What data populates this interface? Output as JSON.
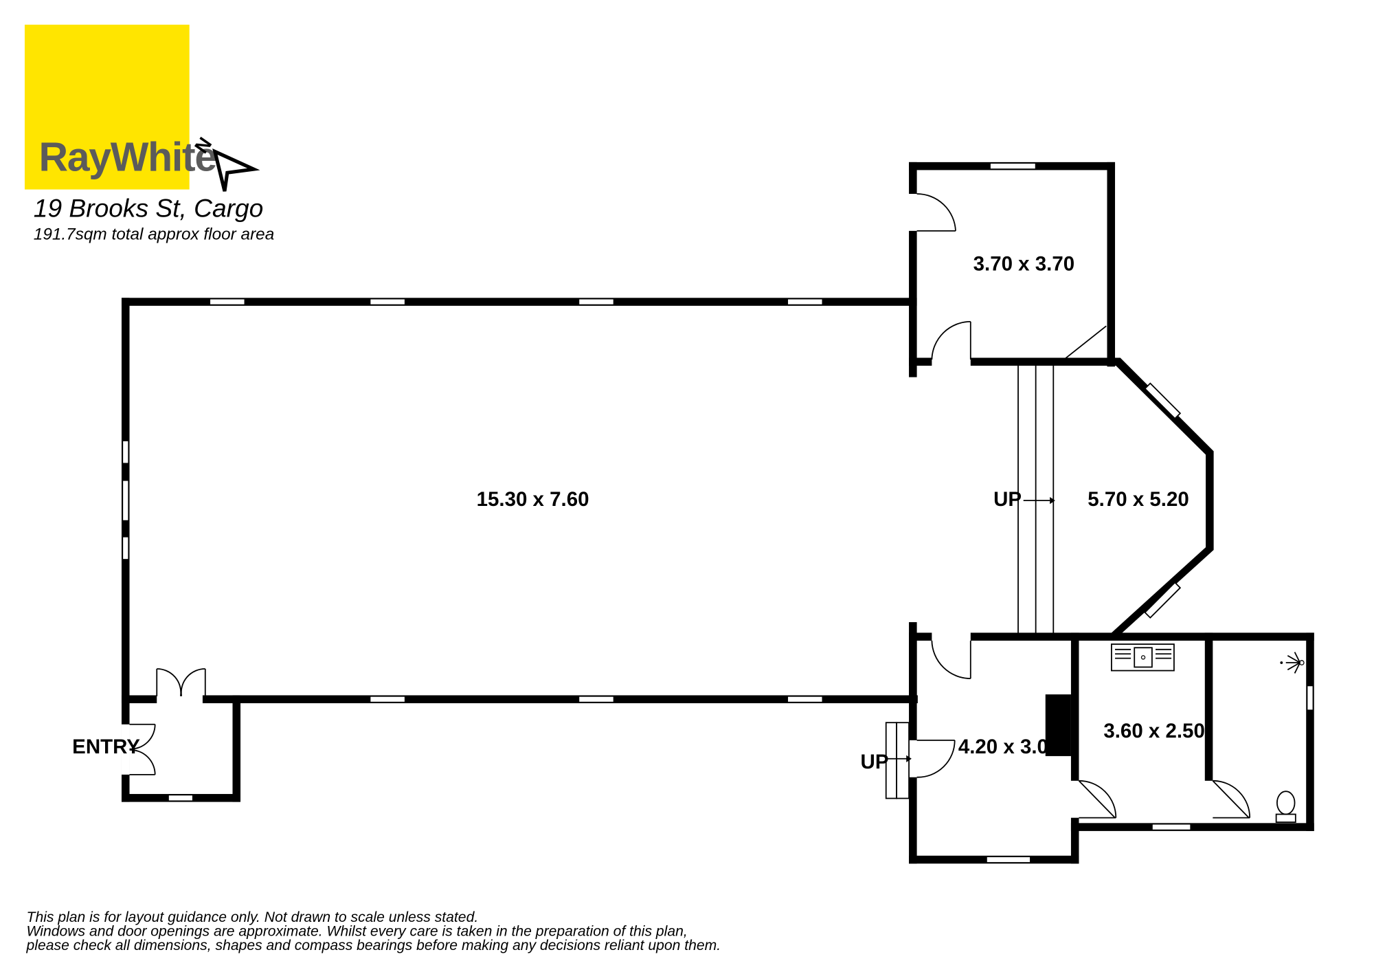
{
  "brand": {
    "name": "RayWhite",
    "logo_color": "#ffe500",
    "text_color": "#5b5b5b"
  },
  "property": {
    "address": "19 Brooks St, Cargo",
    "floor_area": "191.7sqm total approx floor area"
  },
  "compass": {
    "label": "N"
  },
  "rooms": {
    "main_hall": "15.30 x 7.60",
    "top_room": "3.70 x 3.70",
    "bay_room": "5.70 x 5.20",
    "side_room": "4.20 x 3.00",
    "kitchen": "3.60 x 2.50"
  },
  "labels": {
    "entry": "ENTRY",
    "up_bay": "UP",
    "up_side": "UP"
  },
  "disclaimer": [
    "This plan is for layout guidance only. Not drawn to scale unless stated.",
    "Windows and door openings are approximate. Whilst every care is taken in the preparation of this plan,",
    "please check all dimensions, shapes and compass bearings before making any decisions reliant upon them."
  ]
}
